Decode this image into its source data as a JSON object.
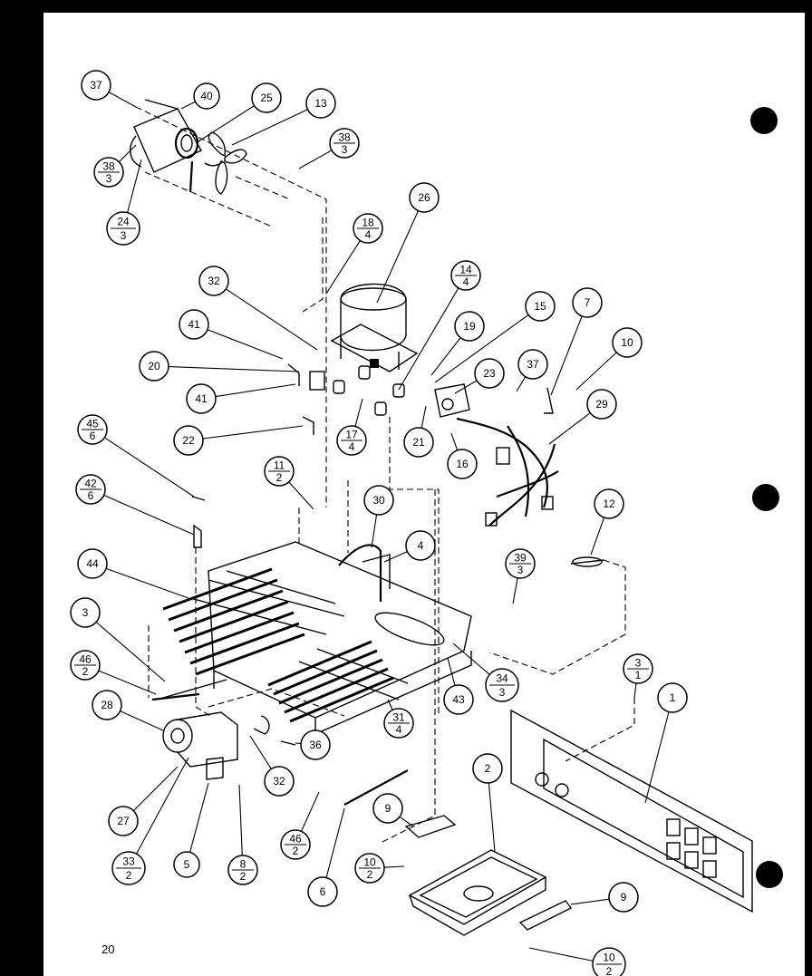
{
  "page_number": "20",
  "callouts": [
    {
      "id": "c37a",
      "top": "37"
    },
    {
      "id": "c40",
      "top": "40"
    },
    {
      "id": "c25",
      "top": "25"
    },
    {
      "id": "c13",
      "top": "13"
    },
    {
      "id": "c38a",
      "top": "38",
      "bottom": "3"
    },
    {
      "id": "c38b",
      "top": "38",
      "bottom": "3"
    },
    {
      "id": "c24",
      "top": "24",
      "bottom": "3"
    },
    {
      "id": "c26",
      "top": "26"
    },
    {
      "id": "c18",
      "top": "18",
      "bottom": "4"
    },
    {
      "id": "c32a",
      "top": "32"
    },
    {
      "id": "c14",
      "top": "14",
      "bottom": "4"
    },
    {
      "id": "c15",
      "top": "15"
    },
    {
      "id": "c7",
      "top": "7"
    },
    {
      "id": "c10a",
      "top": "10"
    },
    {
      "id": "c41a",
      "top": "41"
    },
    {
      "id": "c19",
      "top": "19"
    },
    {
      "id": "c20",
      "top": "20"
    },
    {
      "id": "c23",
      "top": "23"
    },
    {
      "id": "c37b",
      "top": "37"
    },
    {
      "id": "c41b",
      "top": "41"
    },
    {
      "id": "c29",
      "top": "29"
    },
    {
      "id": "c17",
      "top": "17",
      "bottom": "4"
    },
    {
      "id": "c21",
      "top": "21"
    },
    {
      "id": "c16",
      "top": "16"
    },
    {
      "id": "c22",
      "top": "22"
    },
    {
      "id": "c45",
      "top": "45",
      "bottom": "6"
    },
    {
      "id": "c11",
      "top": "11",
      "bottom": "2"
    },
    {
      "id": "c42",
      "top": "42",
      "bottom": "6"
    },
    {
      "id": "c30",
      "top": "30"
    },
    {
      "id": "c12",
      "top": "12"
    },
    {
      "id": "c4",
      "top": "4"
    },
    {
      "id": "c39",
      "top": "39",
      "bottom": "3"
    },
    {
      "id": "c44",
      "top": "44"
    },
    {
      "id": "c3",
      "top": "3"
    },
    {
      "id": "c46a",
      "top": "46",
      "bottom": "2"
    },
    {
      "id": "c34",
      "top": "34",
      "bottom": "3"
    },
    {
      "id": "c31",
      "top": "31",
      "bottom": "4"
    },
    {
      "id": "c43",
      "top": "43"
    },
    {
      "id": "c3b",
      "top": "3",
      "bottom": "1"
    },
    {
      "id": "c1",
      "top": "1"
    },
    {
      "id": "c28",
      "top": "28"
    },
    {
      "id": "c36",
      "top": "36"
    },
    {
      "id": "c32b",
      "top": "32"
    },
    {
      "id": "c2",
      "top": "2"
    },
    {
      "id": "c27",
      "top": "27"
    },
    {
      "id": "c9a",
      "top": "9"
    },
    {
      "id": "c46b",
      "top": "46",
      "bottom": "2"
    },
    {
      "id": "c10b",
      "top": "10",
      "bottom": "2"
    },
    {
      "id": "c33",
      "top": "33",
      "bottom": "2"
    },
    {
      "id": "c5",
      "top": "5"
    },
    {
      "id": "c8",
      "top": "8",
      "bottom": "2"
    },
    {
      "id": "c6",
      "top": "6"
    },
    {
      "id": "c9b",
      "top": "9"
    },
    {
      "id": "c10c",
      "top": "10",
      "bottom": "2"
    }
  ]
}
